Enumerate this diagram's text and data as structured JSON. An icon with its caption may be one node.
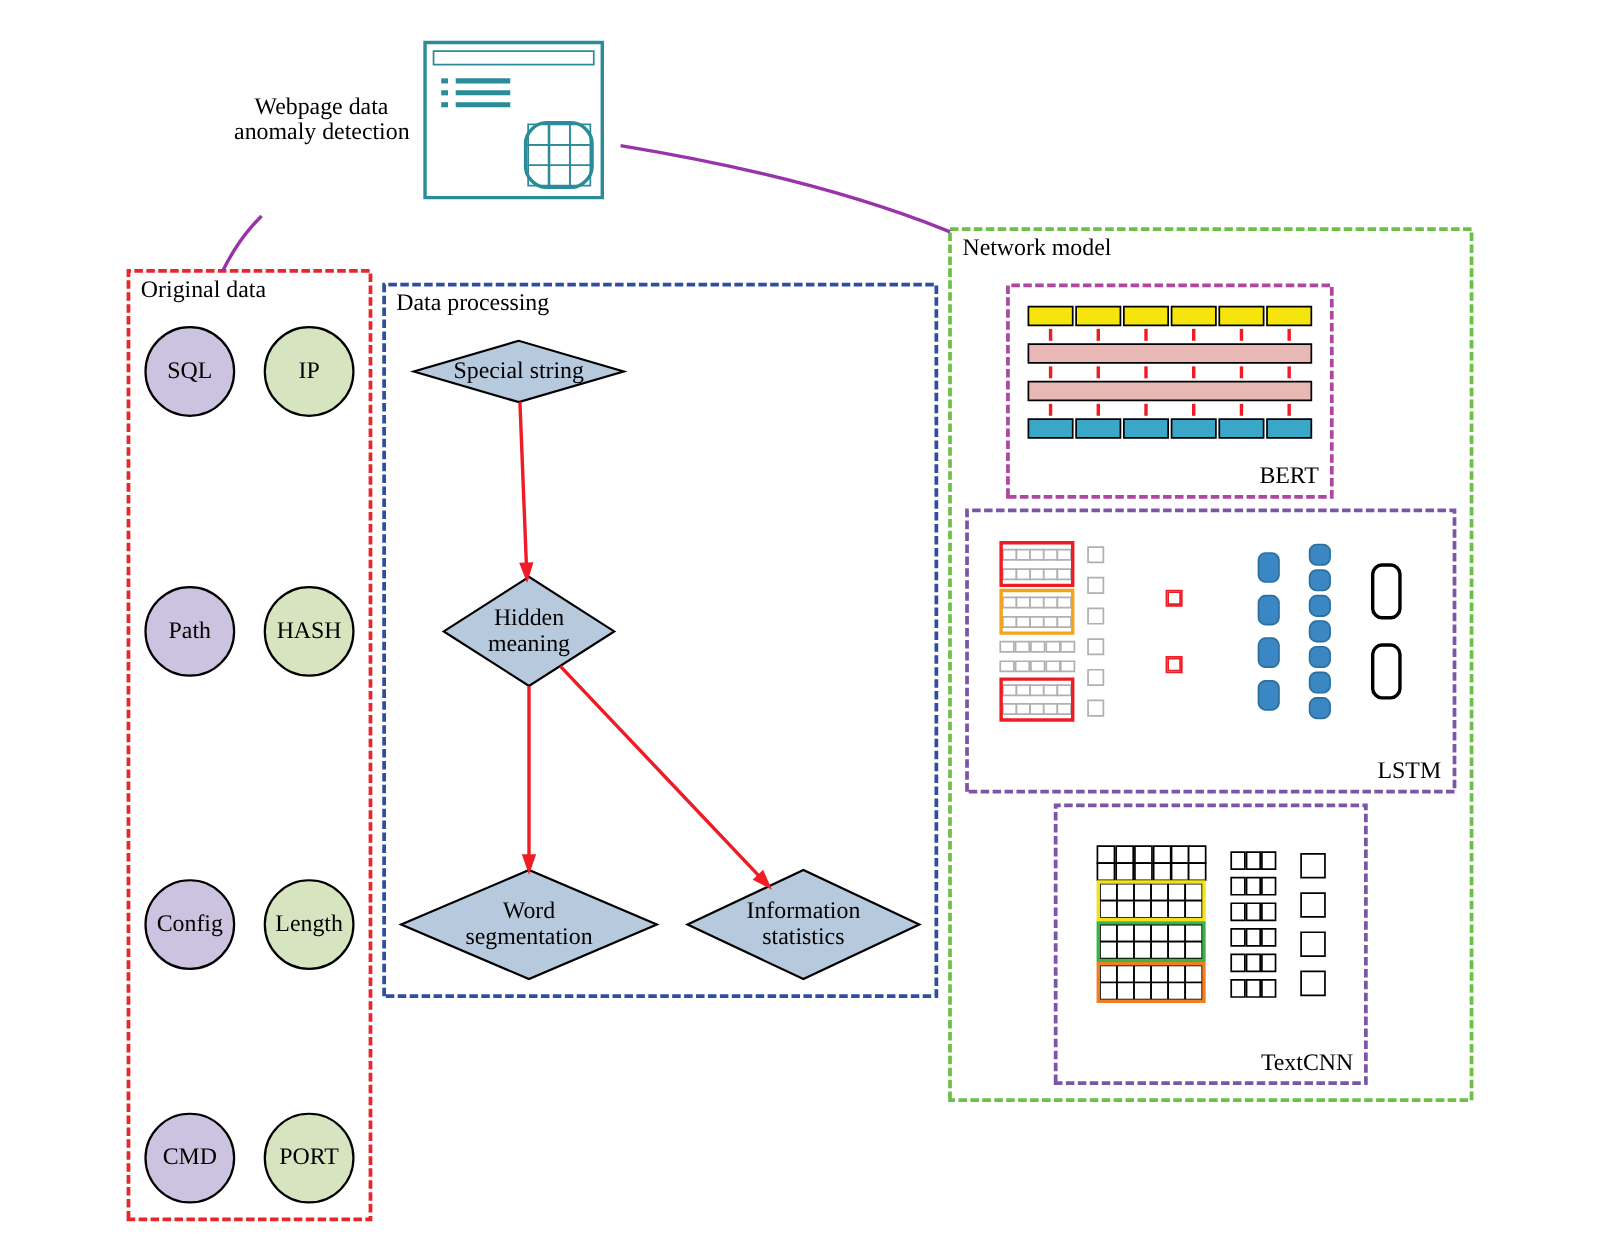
{
  "diagram": {
    "nodes": [
      {
        "text": [],
        "shape": "picture",
        "beside": [
          "Webpage data anomaly detection"
        ]
      },
      {
        "text": [
          "Original data"
        ]
      },
      {
        "text": [
          "SQL"
        ],
        "in": 1
      },
      {
        "text": [
          "IP"
        ],
        "in": 1
      },
      {
        "text": [
          "Path"
        ],
        "in": 1
      },
      {
        "text": [
          "HASH"
        ],
        "in": 1
      },
      {
        "text": [
          "Config"
        ],
        "in": 1
      },
      {
        "text": [
          "Length"
        ],
        "in": 1
      },
      {
        "text": [
          "CMD"
        ],
        "in": 1
      },
      {
        "text": [
          "PORT"
        ],
        "in": 1
      },
      {
        "text": [
          "Data processing"
        ]
      },
      {
        "text": [
          "Special string"
        ],
        "in": 10
      },
      {
        "text": [
          "Hidden meaning"
        ],
        "in": 10
      },
      {
        "text": [
          "Word segmentation"
        ],
        "in": 10
      },
      {
        "text": [
          "Information statistics"
        ],
        "in": 10
      },
      {
        "text": [
          "Network model"
        ]
      },
      {
        "text": [
          "BERT"
        ],
        "in": 15
      },
      {
        "text": [],
        "shape": "picture",
        "in": 16
      },
      {
        "text": [
          "LSTM"
        ],
        "in": 15
      },
      {
        "text": [],
        "shape": "picture",
        "in": 18
      },
      {
        "text": [
          "TextCNN"
        ],
        "in": 15
      },
      {
        "text": [],
        "shape": "picture",
        "in": 20
      }
    ],
    "edges": [
      {
        "from": 0,
        "to": 1,
        "arrow": "none",
        "color": "#9933aa"
      },
      {
        "from": 0,
        "to": 15,
        "arrow": "none",
        "color": "#9933aa"
      },
      {
        "from": 11,
        "to": 12,
        "arrow": "to"
      },
      {
        "from": 12,
        "to": 13,
        "arrow": "to"
      },
      {
        "from": 12,
        "to": 14,
        "arrow": "to"
      }
    ]
  }
}
